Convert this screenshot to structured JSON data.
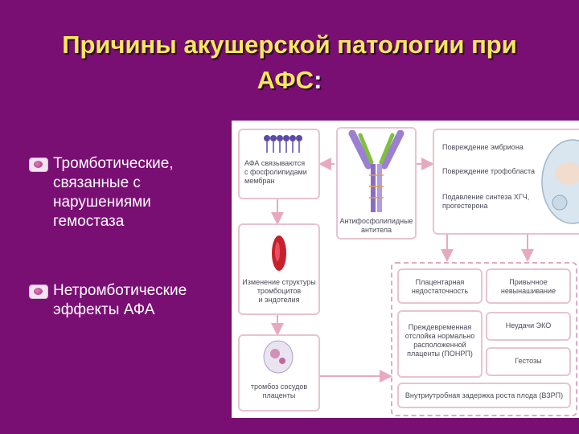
{
  "title": {
    "line1": "Причины акушерской патологии при",
    "line2": "АФС",
    "colon": ":"
  },
  "bullets": [
    {
      "icon": "bullet-icon",
      "text": "Тромботические,\nсвязанные с\nнарушениями\nгемостаза"
    },
    {
      "icon": "bullet-icon",
      "text": "Нетромботические\nэффекты АФА"
    }
  ],
  "diagram": {
    "afa_bind": "АФА связываются\nс фосфолипидами\nмембран",
    "antibodies": "Антифосфолипидные\nантитела",
    "embryo_damage": "Повреждение эмбриона",
    "trophoblast_damage": "Повреждение трофобласта",
    "hcg_suppression": "Подавление синтеза ХГЧ,\nпрогестерона",
    "structure_change": "Изменение структуры\nтромбоцитов\nи эндотелия",
    "thrombosis": "тромбоз сосудов\nплаценты",
    "placental_insufficiency": "Плацентарная\nнедостаточность",
    "habitual_miscarriage": "Привычное\nневынашивание",
    "abruption": "Преждевременная\nотслойка нормально\nрасположенной\nплаценты (ПОНРП)",
    "ivf_failures": "Неудачи ЭКО",
    "gestosis": "Гестозы",
    "iugr": "Внутриутробная задержка роста плода (ВЗРП)"
  },
  "colors": {
    "background": "#7a0f73",
    "title": "#f5e85a",
    "box_border": "#e7c4cf",
    "arrow": "#e8a9bf"
  }
}
